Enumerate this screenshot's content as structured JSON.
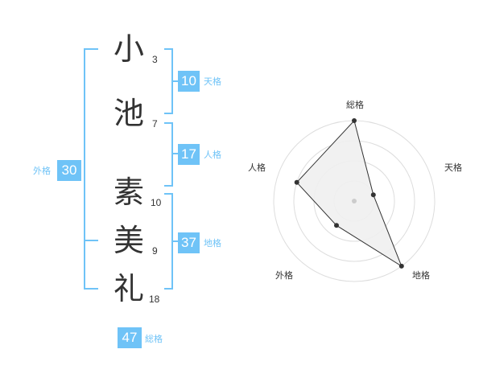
{
  "name_chars": [
    {
      "char": "小",
      "strokes": "3"
    },
    {
      "char": "池",
      "strokes": "7"
    },
    {
      "char": "素",
      "strokes": "10"
    },
    {
      "char": "美",
      "strokes": "9"
    },
    {
      "char": "礼",
      "strokes": "18"
    }
  ],
  "fortunes": {
    "tenkaku": {
      "label": "天格",
      "value": "10"
    },
    "jinkaku": {
      "label": "人格",
      "value": "17"
    },
    "chikaku": {
      "label": "地格",
      "value": "37"
    },
    "gaikaku": {
      "label": "外格",
      "value": "30"
    },
    "soukaku": {
      "label": "総格",
      "value": "47"
    }
  },
  "colors": {
    "accent": "#6fc3f7",
    "text": "#333333",
    "radar_fill": "#f0f0f0"
  },
  "chart_data": {
    "type": "radar",
    "axes": [
      "総格",
      "天格",
      "地格",
      "外格",
      "人格"
    ],
    "levels": 4,
    "values": [
      4,
      1,
      4,
      1.5,
      3
    ],
    "max": 4
  }
}
